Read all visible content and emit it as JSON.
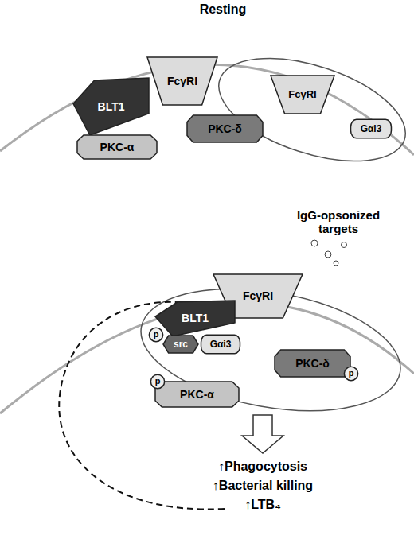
{
  "diagram": {
    "title": "Resting",
    "nodes": [
      {
        "text": [
          "BLT1"
        ]
      },
      {
        "text": [
          "FcγRI"
        ]
      },
      {
        "text": [
          "FcγRI"
        ]
      },
      {
        "text": [
          "Gαi3"
        ]
      },
      {
        "text": [
          "PKC-δ"
        ]
      },
      {
        "text": [
          "PKC-α"
        ]
      },
      {
        "text": [
          "FcγRI"
        ]
      },
      {
        "text": [
          "BLT1"
        ]
      },
      {
        "text": [
          "p"
        ]
      },
      {
        "text": [
          "src"
        ]
      },
      {
        "text": [
          "Gαi3"
        ]
      },
      {
        "text": [
          "PKC-δ"
        ]
      },
      {
        "text": [
          "p"
        ]
      },
      {
        "text": [
          "PKC-α"
        ]
      },
      {
        "text": [
          "p"
        ]
      }
    ],
    "labels": [
      "IgG-opsonized targets",
      "↑Phagocytosis",
      "↑Bacterial killing",
      "↑LTB₄"
    ]
  }
}
